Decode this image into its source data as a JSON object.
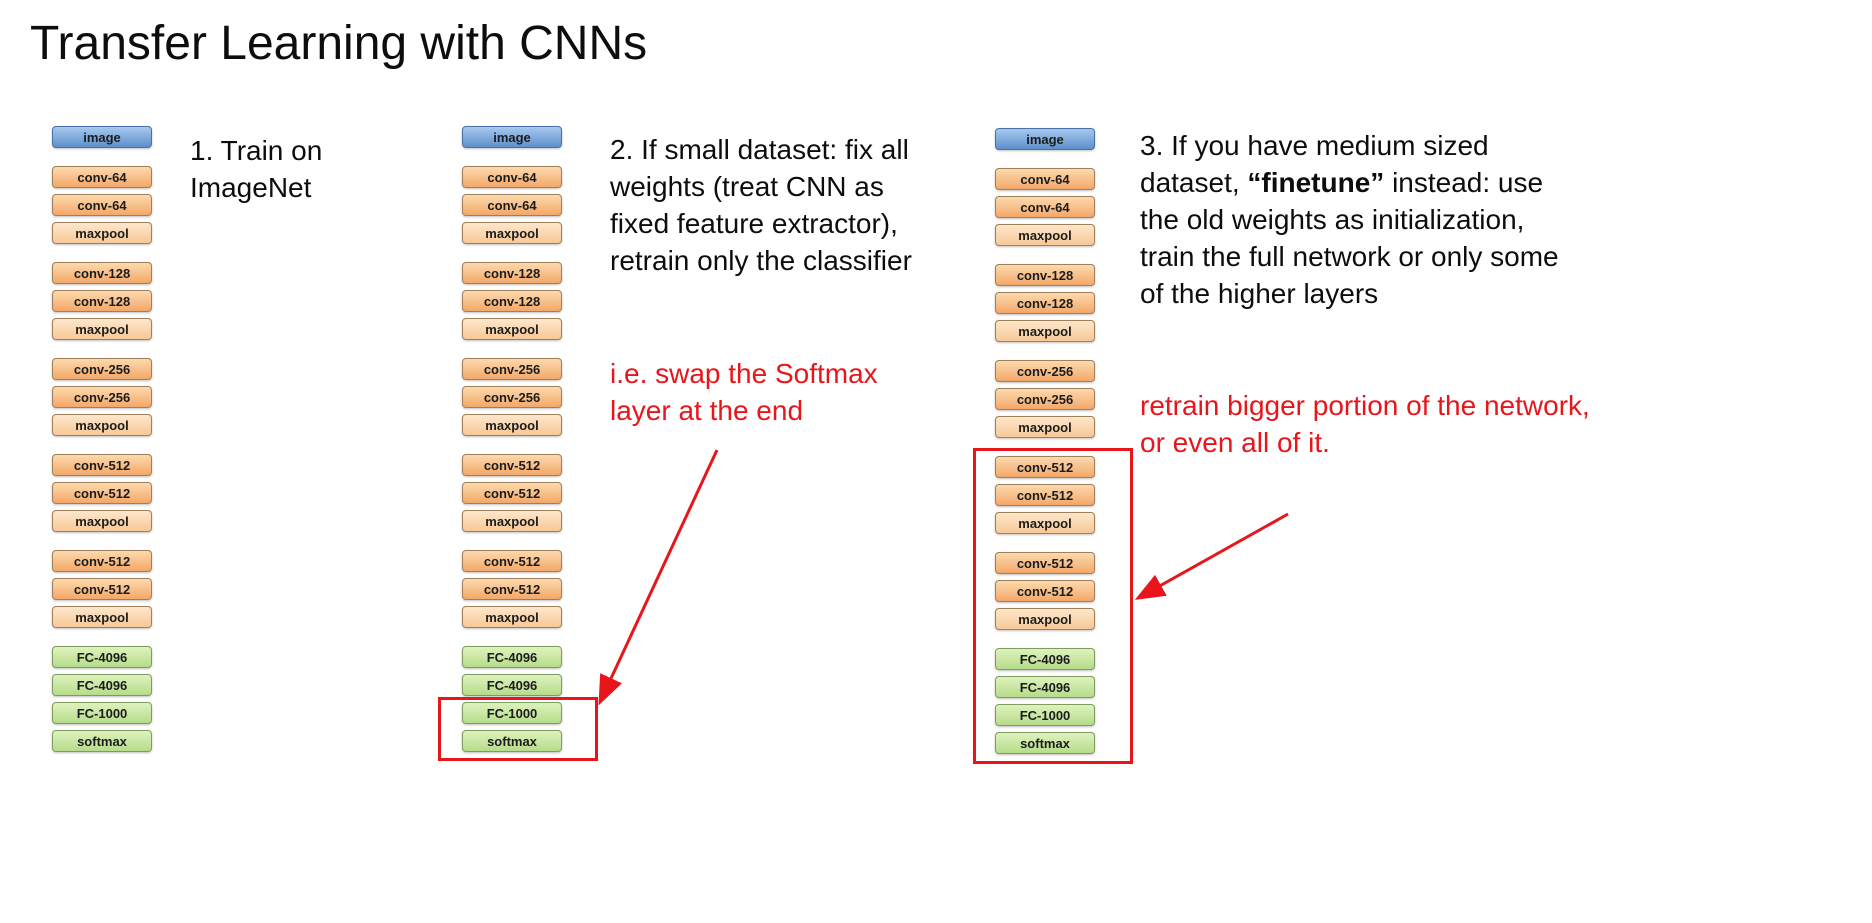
{
  "title": "Transfer Learning with CNNs",
  "network": {
    "groups": [
      [
        "image"
      ],
      [
        "conv-64",
        "conv-64",
        "maxpool"
      ],
      [
        "conv-128",
        "conv-128",
        "maxpool"
      ],
      [
        "conv-256",
        "conv-256",
        "maxpool"
      ],
      [
        "conv-512",
        "conv-512",
        "maxpool"
      ],
      [
        "conv-512",
        "conv-512",
        "maxpool"
      ],
      [
        "FC-4096",
        "FC-4096",
        "FC-1000",
        "softmax"
      ]
    ]
  },
  "annotations": {
    "step1": "1. Train on ImageNet",
    "step2": "2. If small dataset: fix all weights (treat CNN as fixed feature extractor), retrain only the classifier",
    "step2_red_note": "i.e. swap the Softmax layer at the end",
    "step3_before": "3. If you have medium sized dataset, ",
    "step3_bold": "“finetune”",
    "step3_after": " instead: use the old weights as initialization, train the full network or only some of the higher layers",
    "step3_red_note": "retrain bigger portion of the network, or even all of it."
  },
  "colors": {
    "annotation_red": "#e8151b",
    "image_top": "#a6c8ee",
    "image_bottom": "#5e90cd",
    "image_border": "#4a70a8",
    "conv_top": "#fcd9ae",
    "conv_bottom": "#f3a869",
    "conv_border": "#a08058",
    "maxpool_top": "#fde7cb",
    "maxpool_bottom": "#f7c897",
    "maxpool_border": "#a08058",
    "fc_top": "#def2bd",
    "fc_bottom": "#b6dc8a",
    "fc_border": "#7e9c5e"
  }
}
